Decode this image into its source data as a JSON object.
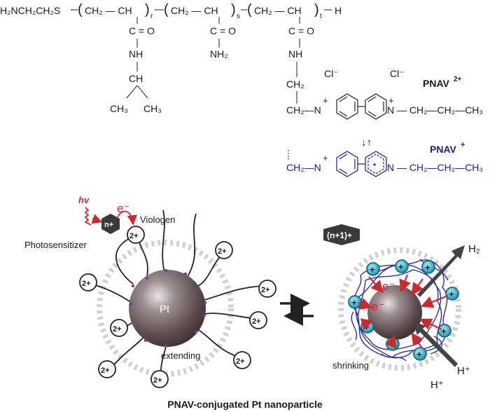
{
  "formula": {
    "prefix": "H₂NCH₂CH₂S",
    "unit1": "CH₂ — CH",
    "unit2": "CH₂ — CH",
    "unit3": "CH₂ — CH",
    "sub_r": "r",
    "sub_s": "s",
    "sub_t": "t",
    "end_h": "H",
    "co": "C = O",
    "nh": "NH",
    "nh2": "NH₂",
    "ch": "CH",
    "ch3a": "CH₃",
    "ch3b": "CH₃",
    "ch2_side": "CH₂",
    "ch2_n": "CH₂—N",
    "n_propyl": "N — CH₂—CH₂—CH₃",
    "cl1": "Cl⁻",
    "cl2": "Cl⁻",
    "plus": "+",
    "pnav2_label": "PNAV",
    "pnav2_sup": "2+",
    "pnav1_label": "PNAV",
    "pnav1_sup": "+",
    "ch2_n_blue": "CH₂—N",
    "n_propyl_blue": "N — CH₂—CH₂—CH₃",
    "dot": "•",
    "eq_arrows": "↓↑"
  },
  "diagram": {
    "hv": "hv",
    "electron": "e⁻",
    "sensitizer_charge": "n+",
    "viologen_label": "Viologen",
    "photosensitizer_label": "Photosensitizer",
    "charge_2plus": "2+",
    "pt_label": "Pt",
    "extending": "extending",
    "oxidized_sensitizer": "(n+1)+",
    "h2": "H₂",
    "e_inner_1": "e⁻",
    "e_inner_2": "e⁻",
    "plus": "+",
    "shrinking": "shrinking",
    "h_plus_1": "H⁺",
    "h_plus_2": "H⁺",
    "caption": "PNAV-conjugated Pt nanoparticle"
  },
  "colors": {
    "text": "#1a1a1a",
    "blue": "#1a1a8c",
    "red": "#d0282e",
    "sphere": "#6b5a5e",
    "sensitizer": "#3a3a3a",
    "cyan": "#34b6d3",
    "ring": "#d0d0d0"
  }
}
